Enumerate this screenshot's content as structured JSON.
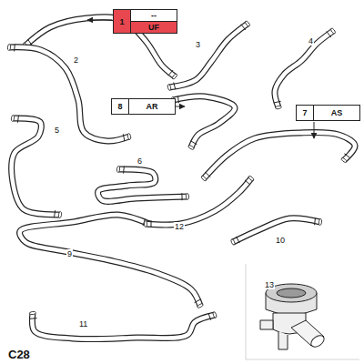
{
  "diagram": {
    "nodes": [
      {
        "text": [
          "1",
          "--",
          "UF"
        ]
      },
      {
        "text": [
          "8",
          "AR"
        ]
      },
      {
        "text": [
          "7",
          "AS"
        ]
      }
    ],
    "labels": [
      "2",
      "3",
      "4",
      "5",
      "6",
      "9",
      "10",
      "11",
      "12",
      "13",
      "C28"
    ]
  }
}
